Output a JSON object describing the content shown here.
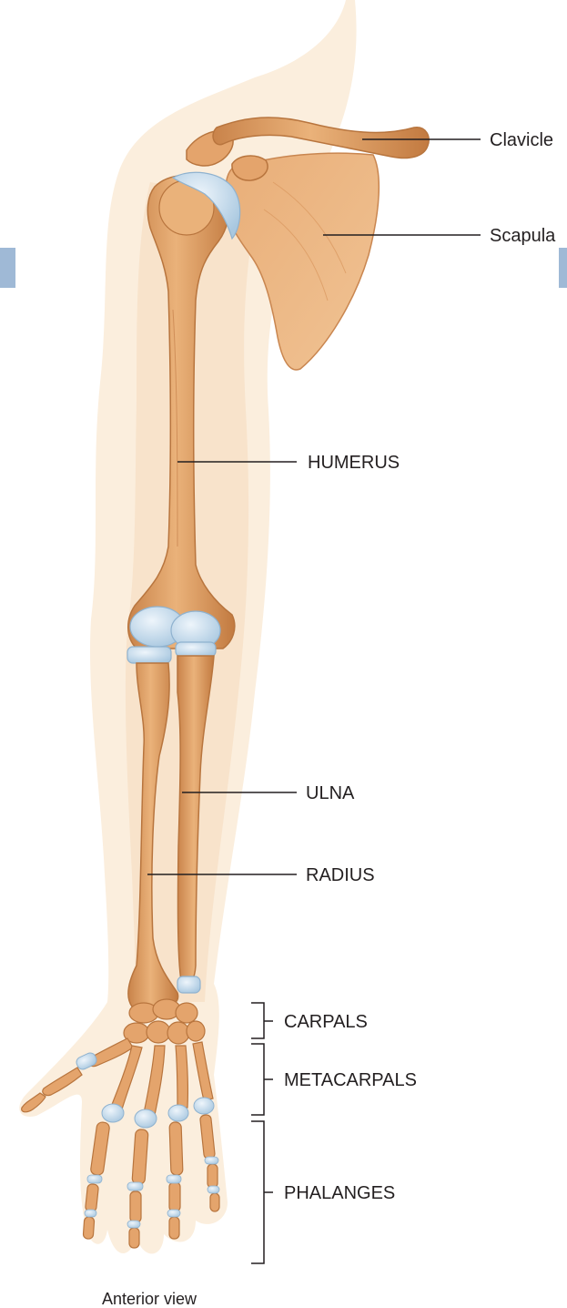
{
  "labels": {
    "clavicle": "Clavicle",
    "scapula": "Scapula",
    "humerus": "HUMERUS",
    "ulna": "ULNA",
    "radius": "RADIUS",
    "carpals": "CARPALS",
    "metacarpals": "METACARPALS",
    "phalanges": "PHALANGES"
  },
  "caption": "Anterior view",
  "colors": {
    "bone": "#e0a46a",
    "bone_shadow": "#b8753e",
    "cartilage": "#c6dcec",
    "skin": "#f8e6cf",
    "leader": "#231f20",
    "edge_tab": "#9fb9d6"
  }
}
